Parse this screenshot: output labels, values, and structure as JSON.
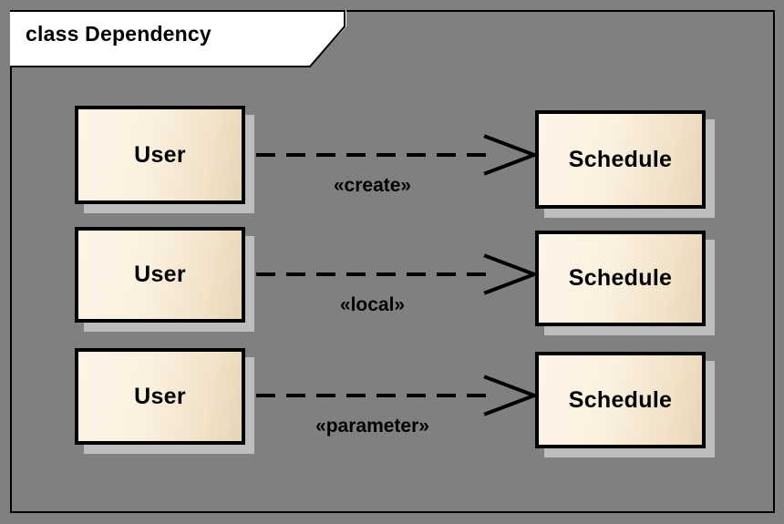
{
  "diagram": {
    "title": "class Dependency",
    "background_color": "#808080",
    "frame_border_color": "#000000",
    "tab_background_color": "#ffffff",
    "box_fill_from": "#fdf4e6",
    "box_fill_to": "#e6d5b7",
    "box_border_color": "#000000",
    "box_shadow_color": "#bdbdbd",
    "connector_color": "#000000"
  },
  "rows": [
    {
      "source": "User",
      "target": "Schedule",
      "stereotype": "«create»"
    },
    {
      "source": "User",
      "target": "Schedule",
      "stereotype": "«local»"
    },
    {
      "source": "User",
      "target": "Schedule",
      "stereotype": "«parameter»"
    }
  ]
}
